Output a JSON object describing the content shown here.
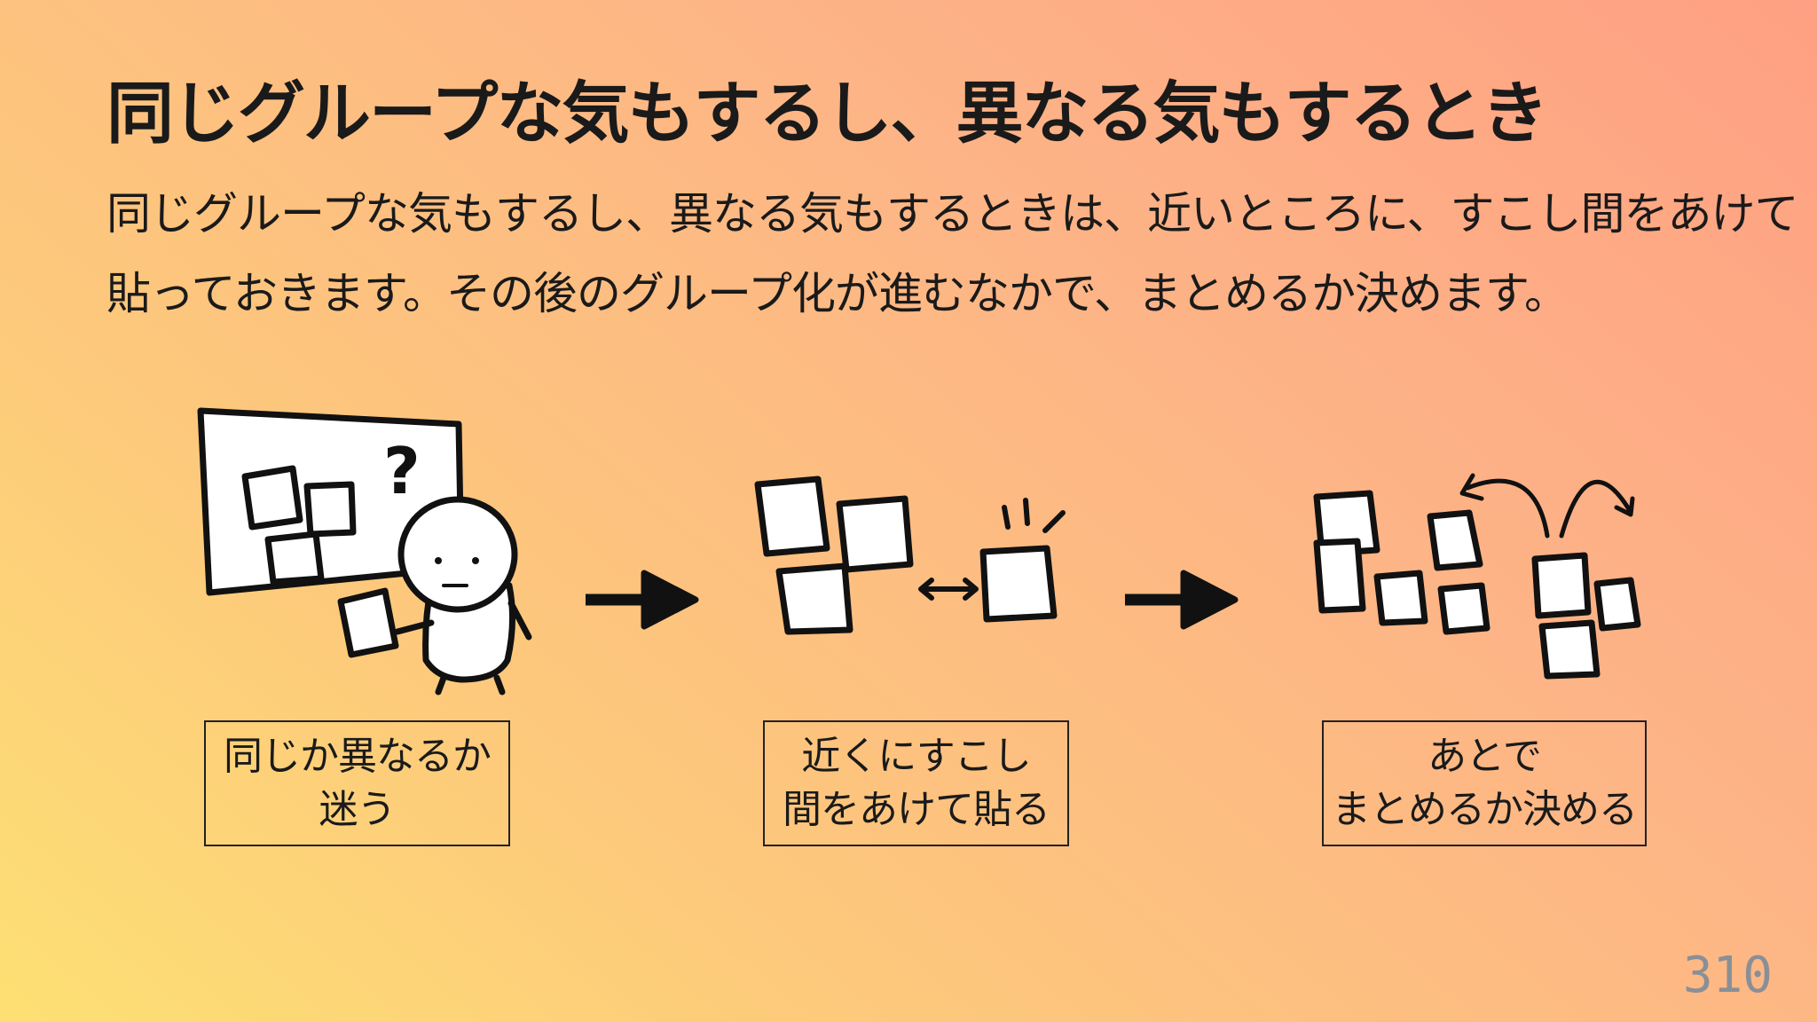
{
  "slide": {
    "title": "同じグループな気もするし、異なる気もするとき",
    "body_lines": [
      "同じグループな気もするし、異なる気もするときは、近いところに、すこし間をあけて",
      "貼っておきます。その後のグループ化が進むなかで、まとめるか決めます。"
    ],
    "steps": [
      {
        "caption_lines": [
          "同じか異なるか",
          "迷う"
        ]
      },
      {
        "caption_lines": [
          "近くにすこし",
          "間をあけて貼る"
        ]
      },
      {
        "caption_lines": [
          "あとで",
          "まとめるか決める"
        ]
      }
    ],
    "question_mark": "?",
    "page_number": "310"
  }
}
